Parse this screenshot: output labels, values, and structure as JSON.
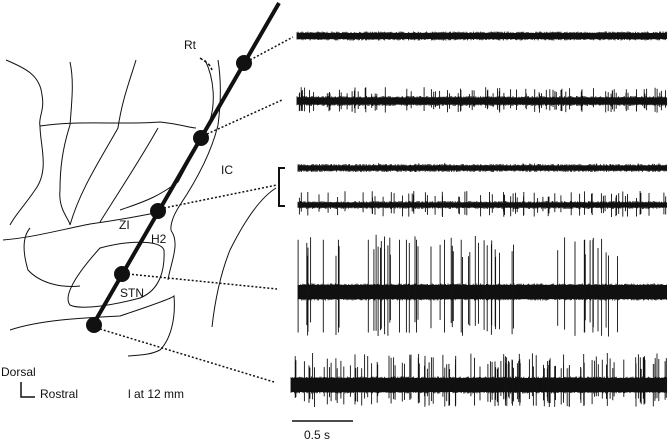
{
  "figure": {
    "regions": {
      "rt": "Rt",
      "ic": "IC",
      "zi": "ZI",
      "h2": "H2",
      "stn": "STN"
    },
    "orientation": {
      "dorsal": "Dorsal",
      "rostral": "Rostral"
    },
    "section_label": "l at 12 mm",
    "scale_bar_label": "0.5 s",
    "recording_sites": [
      {
        "site": 1,
        "region": "Rt / above",
        "trace": "low-amplitude background, no spikes"
      },
      {
        "site": 2,
        "region": "IC border",
        "trace": "tonic small spikes"
      },
      {
        "site": 3,
        "region": "ZI",
        "trace": "two channels: background and sparse spikes"
      },
      {
        "site": 4,
        "region": "STN",
        "trace": "large-amplitude bursting"
      },
      {
        "site": 5,
        "region": "below STN",
        "trace": "regular tonic spiking"
      }
    ]
  }
}
